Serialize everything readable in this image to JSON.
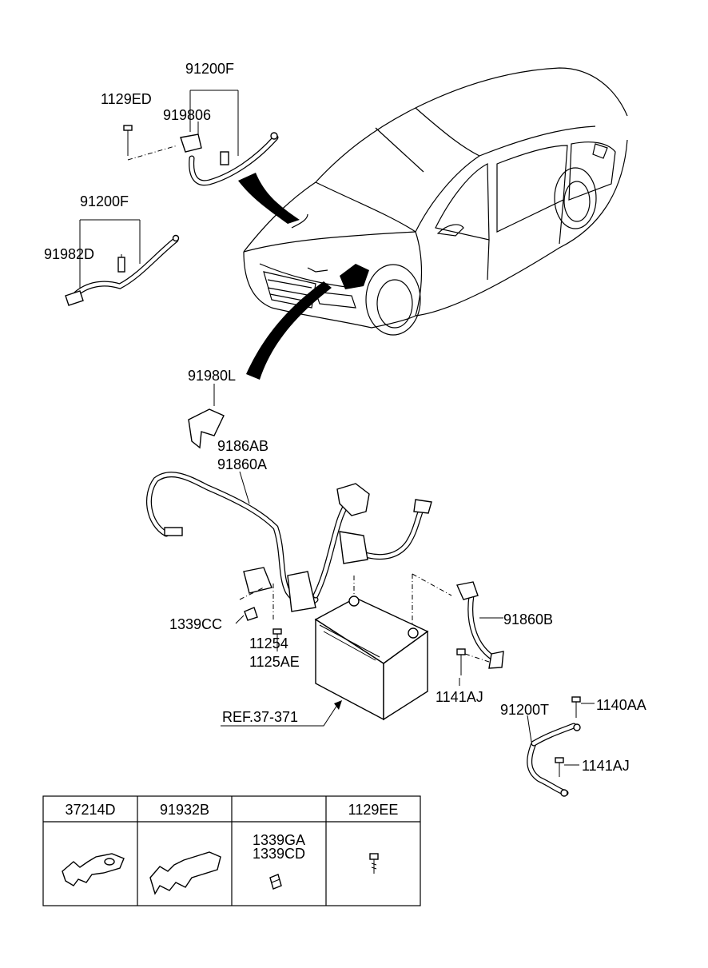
{
  "labels": {
    "p91200F_top": "91200F",
    "p1129ED": "1129ED",
    "p919806": "919806",
    "p91200F_left": "91200F",
    "p91982D": "91982D",
    "p91980L": "91980L",
    "p9186AB": "9186AB",
    "p91860A": "91860A",
    "p1339CC": "1339CC",
    "p11254": "11254",
    "p1125AE": "1125AE",
    "p91860B": "91860B",
    "p1141AJ_a": "1141AJ",
    "p91200T": "91200T",
    "p1140AA": "1140AA",
    "p1141AJ_b": "1141AJ",
    "ref": "REF.37-371"
  },
  "table": {
    "headers": [
      "37214D",
      "91932B",
      "",
      "1129EE"
    ],
    "cell3_lines": [
      "1339GA",
      "1339CD"
    ]
  }
}
